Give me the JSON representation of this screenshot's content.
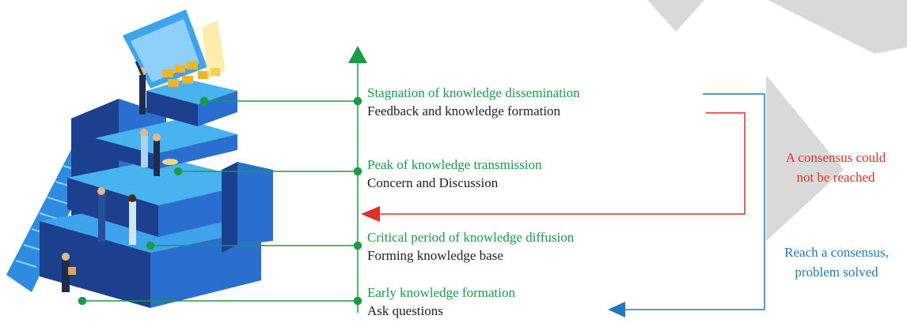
{
  "stages": [
    {
      "title": "Stagnation of knowledge dissemination",
      "subtitle": "Feedback and knowledge formation"
    },
    {
      "title": "Peak of knowledge transmission",
      "subtitle": "Concern and Discussion"
    },
    {
      "title": "Critical period of knowledge diffusion",
      "subtitle": "Forming knowledge base"
    },
    {
      "title": "Early knowledge formation",
      "subtitle": "Ask questions"
    }
  ],
  "outcomes": {
    "no_consensus": [
      "A consensus could",
      "not be reached"
    ],
    "consensus": [
      "Reach a consensus,",
      "problem solved"
    ]
  },
  "colors": {
    "green": "#1a9c45",
    "red": "#e0302a",
    "blue": "#1f78c1",
    "text": "#222222",
    "building_dark": "#1c3f8e",
    "building_mid": "#2a6fd0",
    "building_light": "#49b3f0",
    "decor_grey": "#d9d9d9"
  }
}
